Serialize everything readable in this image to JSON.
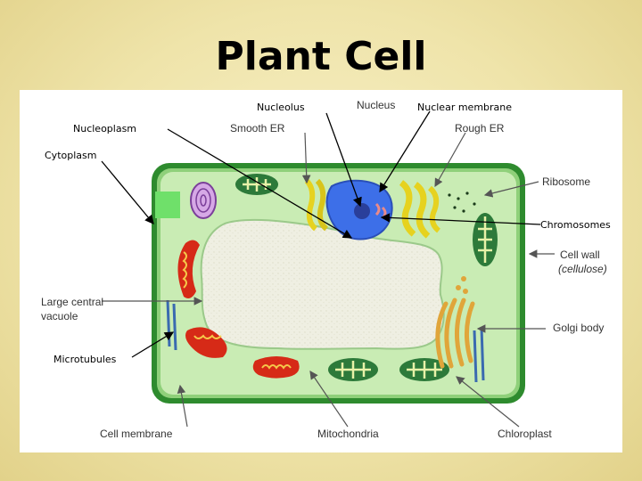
{
  "slide": {
    "title": "Plant Cell"
  },
  "labels": {
    "nucleolus": "Nucleolus",
    "nucleus": "Nucleus",
    "nuclear_membrane": "Nuclear membrane",
    "nucleoplasm": "Nucleoplasm",
    "smooth_er": "Smooth ER",
    "rough_er": "Rough ER",
    "cytoplasm": "Cytoplasm",
    "ribosome": "Ribosome",
    "chromosomes": "Chromosomes",
    "cell_wall_line1": "Cell wall",
    "cell_wall_line2": "(cellulose)",
    "large_central_vacuole_line1": "Large central",
    "large_central_vacuole_line2": "vacuole",
    "golgi_body": "Golgi body",
    "microtubules": "Microtubules",
    "cell_membrane": "Cell membrane",
    "mitochondria": "Mitochondria",
    "chloroplast": "Chloroplast"
  },
  "colors": {
    "cell_wall": "#2e8b2e",
    "cytoplasm": "#c9ecb4",
    "vacuole": "#eeeede",
    "nucleus": "#3d6fe8",
    "mitochondria": "#d62a17",
    "golgi": "#e0a53a",
    "chloroplast": "#2d7a3a",
    "smooth_er": "#e6d21f"
  }
}
